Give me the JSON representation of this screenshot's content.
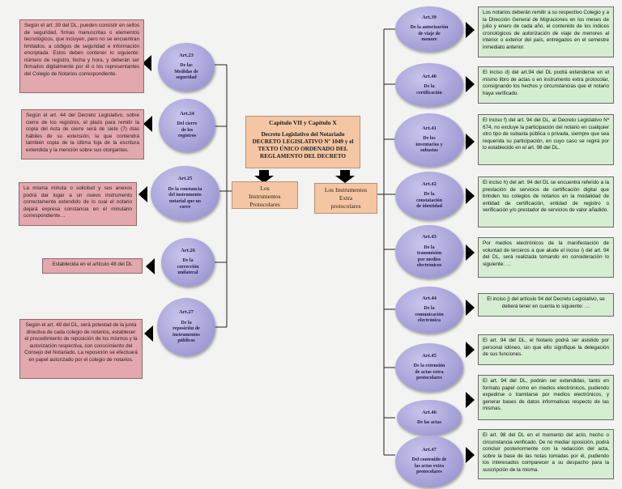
{
  "center": {
    "heading": "Capítulo VII y Capítulo X",
    "body": "Decreto Legislativo del Notariado DECRETO LEGISLATIVO Nº 1049 y el TEXTO ÚNICO ORDENADO DEL REGLAMENTO DEL DECRETO"
  },
  "branches": {
    "left": "Los\nInstrumentos\nProtocolares",
    "right": "Los Instrumentos\nExtra\nprotocolares"
  },
  "left_articles": [
    {
      "title": "Art.23",
      "subtitle": "De las\nMedidas de\nseguridad",
      "note": "Según el art. 39 del DL, pueden consistir en sellos de seguridad, firmas manuscritas o elementos tecnológicos, que incluyen, pero no se encuentran limitados, a códigos de seguridad e información encriptada. Estos deben contener lo siguiente: número de registro, fecha y hora, y deberán ser firmados digitalmente por él o los representantes del Colegio de Notarios correspondiente."
    },
    {
      "title": "Art.24",
      "subtitle": "Del cierre\nde los\nregistros",
      "note": "Según el art. 44 del Decreto Legislativo, sobre cierre de los registros, el plazo para remitir la copia del Acta de cierre será de siete (7) días hábiles de su extensión, la que contendrá también copia de la última foja de la escritura extendida y la mención sobre sus otorgantes."
    },
    {
      "title": "Art.25",
      "subtitle": "De la constancia\ndel instrumento\nnotarial que no\ncorre",
      "note": "La misma minuta o solicitud y sus anexos podrá dar lugar a un nuevo instrumento correctamente extendido de lo cual el notario dejará expresa constancia en el minutario correspondiente…"
    },
    {
      "title": "Art.26",
      "subtitle": "De la\ncorrección\nunilateral",
      "note": "Establecida en el artículo 48 del DL"
    },
    {
      "title": "Art.27",
      "subtitle": "De la\nreposición de\ninstrumentos\npúblicos",
      "note": "Según el art. 49 del DL, será potestad de la junta directiva de cada colegio de notarios, establecer el procedimiento de reposición de los mismos y la autorización respectiva, con conocimiento del Consejo del Notariado. La reposición se efectuará en papel autorizado por el colegio de notarios."
    }
  ],
  "right_articles": [
    {
      "title": "Art.39",
      "subtitle": "De la autorización\nde viaje de\nmenore",
      "note": "Los notarios deberán remitir a su respectivo Colegio y a la Dirección General de Migraciones en los meses de julio y enero de cada año, el contenido de los índices cronológicos de autorización de viaje de menores al interior o exterior del país, entregados en el semestre inmediato anterior."
    },
    {
      "title": "Art.40",
      "subtitle": "De la\ncertificación",
      "note": "El inciso d) del art.94 del DL podrá extenderse en el mismo libro de actas o en instrumento extra protocolar, consignando los hechos y circunstancias que el notario haya verificado."
    },
    {
      "title": "Art.41",
      "subtitle": "De los\ninventarios y\nsubastas",
      "note": "El inciso f) del art. 94 del DL, al Decreto Legislativo Nº 674, no excluye la participación del notario en cualquier otro tipo de subasta pública o privada, siempre que sea requerida su participación, en cuyo caso se regirá por lo establecido en el art. 98 del DL."
    },
    {
      "title": "Art.42",
      "subtitle": "De la\nconstatación\nde identidad",
      "note": "El inciso h) del art. 94 del DL se encuentra referido a la prestación de servicios de certificación digital que brinden los colegios de notarios en la modalidad de entidad de certificación, entidad de registro o verificación y/o prestador de servicios de valor añadido."
    },
    {
      "title": "Art.43",
      "subtitle": "De la\ntransmisión\npor medios\nelectrónicos",
      "note": "Por medios electrónicos de la manifestación de voluntad de terceros a que alude el inciso i) del art. 94 del DL, será realizada tomando en consideración lo siguiente: …"
    },
    {
      "title": "Art.44",
      "subtitle": "De la\ncomunicación\nelectrónica",
      "note": "El inciso j) del artículo 94 del Decreto Legislativo, se deberá tener en cuenta lo siguiente: …"
    },
    {
      "title": "Art.45",
      "subtitle": "De la extensión\nde actas extra\nprotocolares",
      "note": "El art. 94 del DL, el Notario podrá ser asistido por personal idóneo, sin que ello signifique la delegación de sus funciones."
    },
    {
      "title": "Art.46",
      "subtitle": "De las actas",
      "note": "El art. 94 del DL, podrán ser extendidas, tanto en formato papel como en medios electrónicos, pudiendo expedirse o tramitarse por medios electrónicos, y generar bases de datos informativas respecto de las mismas."
    },
    {
      "title": "Art.47",
      "subtitle": "Del contenido de\nlas actas extra\nprotocolares",
      "note": "El art. 98 del DL en el momento del acto, hecho o circunstancia verificado. De no mediar oposición, podrá concluir posteriormente con la redacción del acta, sobre la base de las notas tomadas por él, pudiendo los interesados comparecer a su despacho para la suscripción de la misma."
    }
  ]
}
